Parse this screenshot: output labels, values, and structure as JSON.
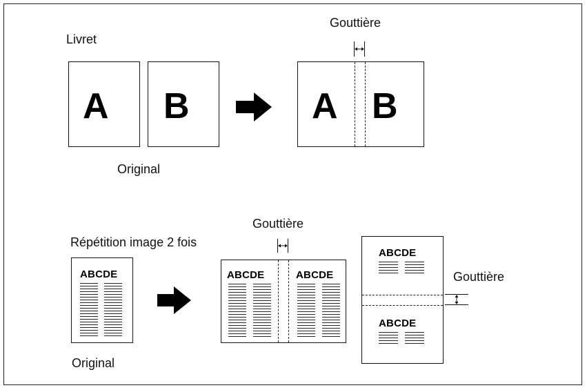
{
  "top": {
    "label": "Livret",
    "gutter_label": "Gouttière",
    "original_label": "Original",
    "page_a_letter": "A",
    "page_b_letter": "B"
  },
  "bottom": {
    "label": "Répétition image 2 fois",
    "gutter_label_center": "Gouttière",
    "gutter_label_right": "Gouttière",
    "original_label": "Original",
    "block_text": "ABCDE"
  },
  "icons": [
    "arrow-right-icon",
    "arrow-right-icon",
    "horizontal-double-arrow-icon",
    "horizontal-double-arrow-icon",
    "vertical-double-arrow-icon"
  ]
}
